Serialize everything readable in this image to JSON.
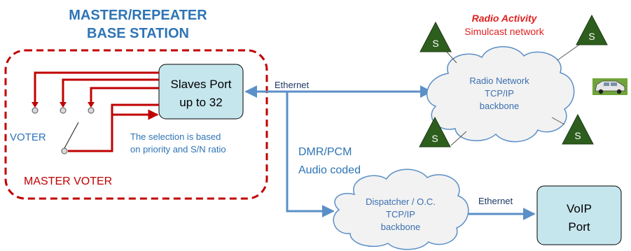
{
  "master": {
    "title_line1": "MASTER/REPEATER",
    "title_line2": "BASE STATION",
    "voter_label": "VOTER",
    "master_voter_label": "MASTER VOTER",
    "selection_line1": "The selection is based",
    "selection_line2": "on priority and S/N ratio"
  },
  "slaves_port": {
    "line1": "Slaves Port",
    "line2": "up to 32"
  },
  "links": {
    "ethernet_top": "Ethernet",
    "ethernet_bottom": "Ethernet",
    "audio_line1": "DMR/PCM",
    "audio_line2": "Audio coded"
  },
  "radio_network": {
    "line1": "Radio Network",
    "line2": "TCP/IP",
    "line3": "backbone",
    "activity_title": "Radio Activity",
    "activity_sub": "Simulcast network",
    "site_label": "S"
  },
  "dispatcher": {
    "line1": "Dispatcher / O.C.",
    "line2": "TCP/IP",
    "line3": "backbone"
  },
  "voip": {
    "line1": "VoIP",
    "line2": "Port"
  },
  "colors": {
    "red": "#c00000",
    "blue": "#2e74b5",
    "link_blue": "#5b8fc7",
    "box_fill": "#c6e6ee",
    "site_green": "#2e5e1e"
  }
}
